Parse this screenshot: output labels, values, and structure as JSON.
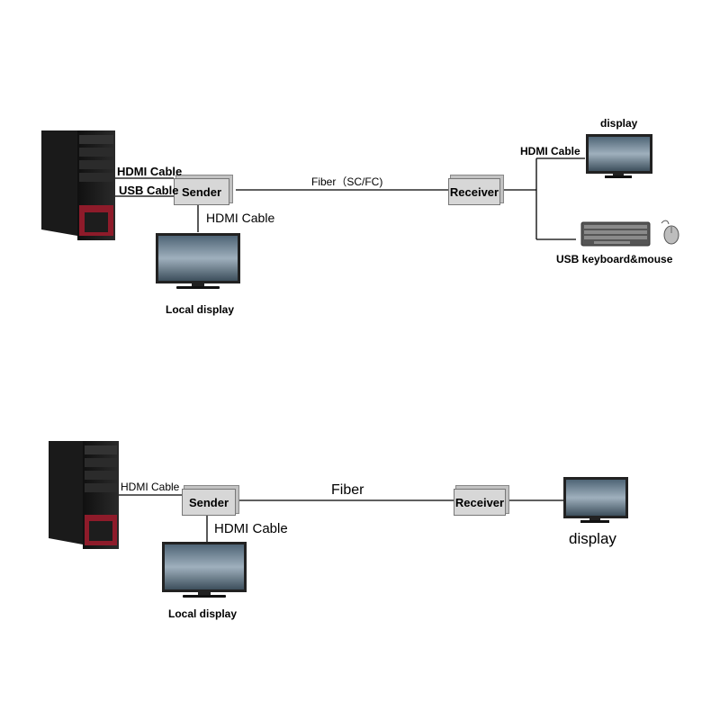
{
  "diagram_top": {
    "cable_hdmi": "HDMI Cable",
    "cable_usb": "USB Cable",
    "sender": "Sender",
    "sender_hdmi_cable": "HDMI Cable",
    "local_display": "Local display",
    "fiber": "Fiber（SC/FC)",
    "receiver": "Receiver",
    "rx_hdmi_cable": "HDMI Cable",
    "display": "display",
    "usb_peripherals": "USB keyboard&mouse"
  },
  "diagram_bottom": {
    "cable_hdmi": "HDMI Cable",
    "sender": "Sender",
    "sender_hdmi_cable": "HDMI Cable",
    "local_display": "Local display",
    "fiber": "Fiber",
    "receiver": "Receiver",
    "display": "display"
  },
  "colors": {
    "accent_red": "#8e1b2a",
    "box_fill": "#d7d7d7",
    "screen": "#6e8597"
  }
}
